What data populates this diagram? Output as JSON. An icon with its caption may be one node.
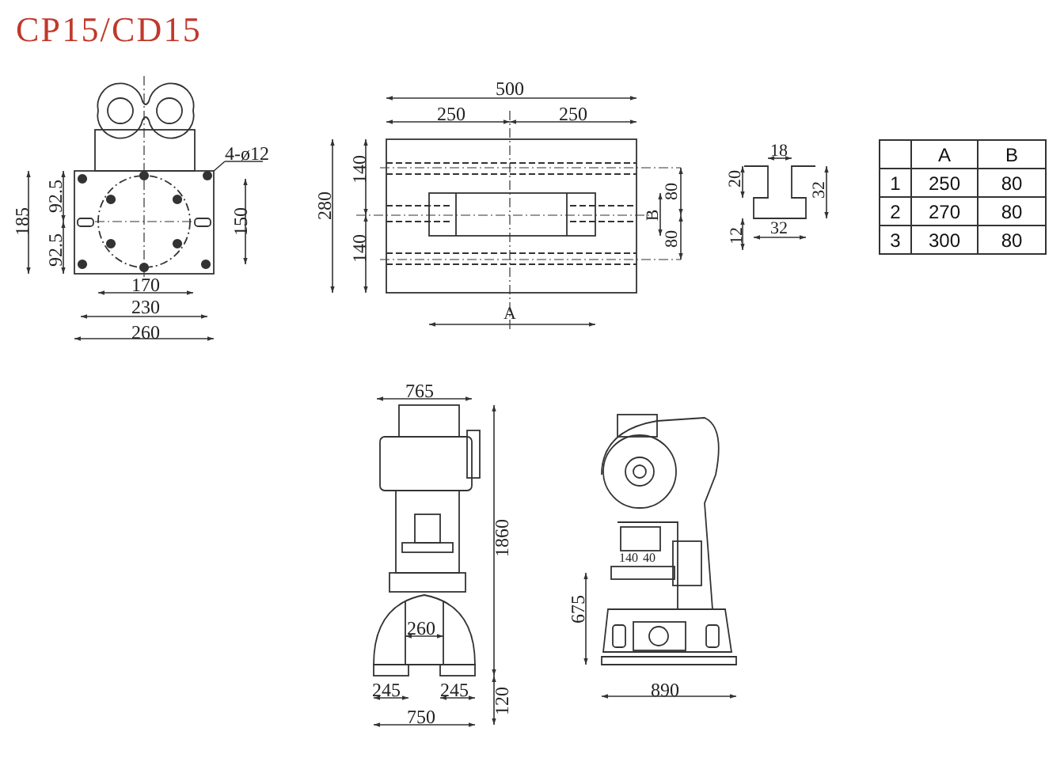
{
  "diagram": {
    "title": "CP15/CD15",
    "nodes": [
      {
        "text": [
          "4-ø12"
        ]
      },
      {
        "text": [],
        "shape": "circle"
      }
    ],
    "edges": [
      {
        "from": 0,
        "to": 1,
        "arrow": "none"
      }
    ],
    "labels": [
      "185",
      "92.5",
      "92.5",
      "150",
      "170",
      "230",
      "260",
      "500",
      "250",
      "250",
      "280",
      "140",
      "140",
      "80",
      "80",
      "B",
      "A",
      "18",
      "20",
      "12",
      "32",
      "32",
      "A",
      "B",
      "1",
      "250",
      "80",
      "2",
      "270",
      "80",
      "3",
      "300",
      "80",
      "765",
      "1860",
      "260",
      "245",
      "245",
      "750",
      "120",
      "140",
      "40",
      "675",
      "890"
    ]
  }
}
